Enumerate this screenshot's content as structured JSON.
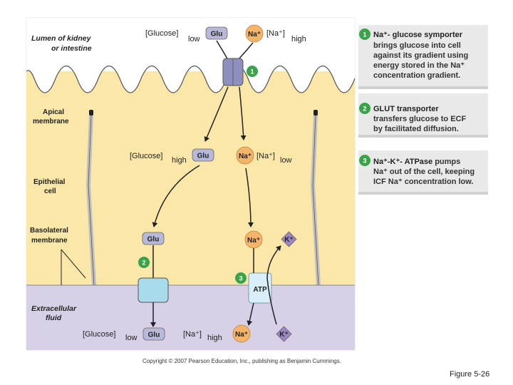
{
  "labels": {
    "lumen_line1": "Lumen of kidney",
    "lumen_line2": "or intestine",
    "apical_line1": "Apical",
    "apical_line2": "membrane",
    "epithelial_line1": "Epithelial",
    "epithelial_line2": "cell",
    "basolateral_line1": "Basolateral",
    "basolateral_line2": "membrane",
    "ecf_line1": "Extracellular",
    "ecf_line2": "fluid"
  },
  "concentrations": {
    "lumen_glucose": "[Glucose]",
    "lumen_glucose_level": "low",
    "lumen_na": "[Na⁺]",
    "lumen_na_level": "high",
    "cell_glucose": "[Glucose]",
    "cell_glucose_level": "high",
    "cell_na": "[Na⁺]",
    "cell_na_level": "low",
    "ecf_glucose": "[Glucose]",
    "ecf_glucose_level": "low",
    "ecf_na": "[Na⁺]",
    "ecf_na_level": "high"
  },
  "molecules": {
    "glu": "Glu",
    "na": "Na⁺",
    "k": "K⁺",
    "atp": "ATP"
  },
  "steps": [
    "1",
    "2",
    "3"
  ],
  "panels": [
    {
      "number": "1",
      "title": "Na⁺- glucose symporter",
      "lines": [
        "brings glucose into cell",
        "against its gradient using",
        "energy stored in the Na⁺",
        "concentration gradient."
      ]
    },
    {
      "number": "2",
      "title": "GLUT transporter",
      "lines": [
        "transfers glucose to ECF",
        "by facilitated diffusion."
      ]
    },
    {
      "number": "3",
      "title": "Na⁺-K⁺- ATPase",
      "title_suffix": " pumps",
      "lines": [
        "Na⁺ out of the cell, keeping",
        "ICF Na⁺ concentration low."
      ]
    }
  ],
  "copyright": "Copyright © 2007 Pearson Education, Inc., publishing as Benjamin Cummings.",
  "figure": "Figure 5-26",
  "colors": {
    "cell": "#fbe8a8",
    "ecf": "#d8d0e6",
    "transporter": "#8f8fbf",
    "glut": "#a8dcec",
    "atpase": "#d8eef8",
    "glu_box": "#b8b8d8",
    "na_circle": "#f4b56a",
    "k_diamond": "#9b86c0",
    "step_badge": "#3aa34a",
    "panel_bg": "#e9e9e9"
  }
}
